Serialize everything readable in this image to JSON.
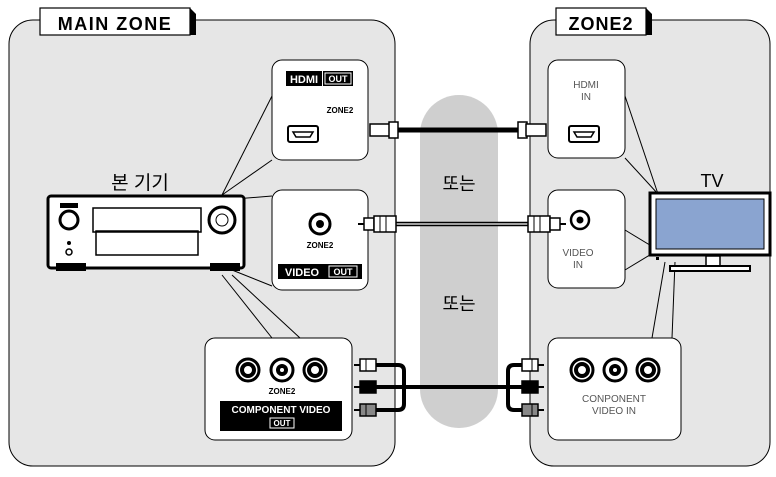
{
  "zones": {
    "main": {
      "label": "MAIN ZONE"
    },
    "zone2": {
      "label": "ZONE2"
    }
  },
  "unit": {
    "label": "본 기기"
  },
  "or_labels": [
    "또는",
    "또는"
  ],
  "main_panels": {
    "hdmi": {
      "label_main": "HDMI",
      "label_out": "OUT",
      "jack_label": "ZONE2"
    },
    "video": {
      "jack_label": "ZONE2",
      "label_main": "VIDEO",
      "label_out": "OUT"
    },
    "component": {
      "jack_label": "ZONE2",
      "label_main": "COMPONENT VIDEO",
      "label_out": "OUT"
    }
  },
  "tv_panels": {
    "hdmi": {
      "label_line1": "HDMI",
      "label_line2": "IN"
    },
    "video": {
      "label_line1": "VIDEO",
      "label_line2": "IN"
    },
    "component": {
      "label_line1": "CONPONENT",
      "label_line2": "VIDEO IN"
    }
  },
  "tv": {
    "label": "TV"
  },
  "colors": {
    "zone_fill": "#e6e6e6",
    "panel_fill": "#ffffff",
    "or_band": "#cfcfcf",
    "stroke": "#000000",
    "tv_screen": "#8aa4d0",
    "gray_text": "#555555"
  }
}
